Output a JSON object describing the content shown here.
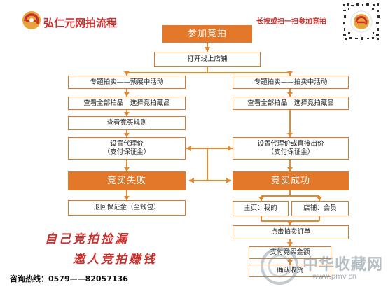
{
  "header": {
    "brand": "弘仁元网拍流程",
    "cta": "长按或扫一扫参加竞拍"
  },
  "flow": {
    "start": "参加竞拍",
    "open_shop": "打开线上店铺",
    "left": {
      "special": "专题拍卖——预展中活动",
      "view_all": "查看全部拍品　选择竞拍藏品",
      "rules": "查看竞买规则",
      "proxy_line1": "设置代理价",
      "proxy_line2": "（支付保证金）"
    },
    "right": {
      "special": "专题拍卖——拍卖中活动",
      "view_all": "查看全部拍品　选择竞拍藏品",
      "proxy_line1": "设置代理价或直接出价",
      "proxy_line2": "（支付保证金）"
    },
    "fail": "竞买失败",
    "refund": "退回保证金（至钱包）",
    "success": "竞买成功",
    "homepage": "主页：我的",
    "shop_member": "店铺：会员",
    "click_orders": "点击拍卖订单",
    "pay": "支付竞买金额",
    "confirm": "确认收货"
  },
  "slogan": {
    "line1": "自己竞拍捡漏",
    "line2": "邀人竞拍赚钱"
  },
  "footer": {
    "hotline": "咨询热线：0579——82057136"
  },
  "watermark": {
    "name": "中华收藏网",
    "url": "www.pmv.cn"
  },
  "colors": {
    "accent": "#e3772a",
    "border": "#d9782f",
    "brand_red": "#c8302e",
    "connector": "#e3892f"
  }
}
